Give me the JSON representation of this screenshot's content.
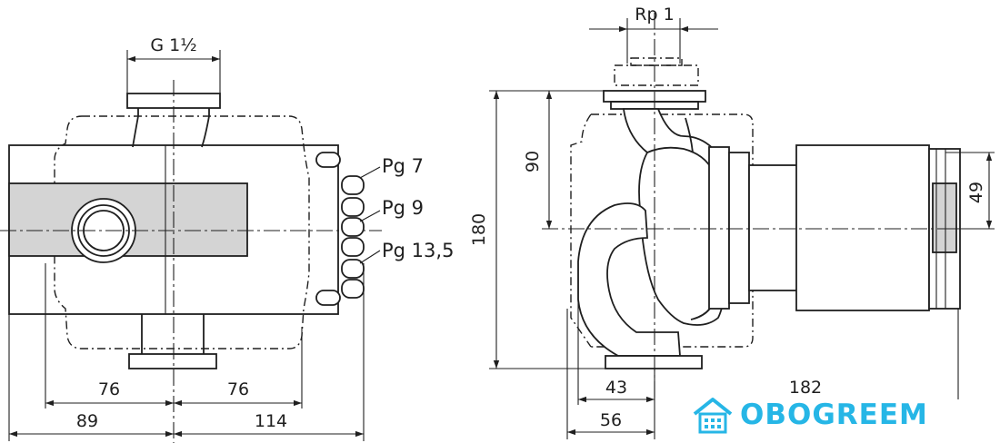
{
  "dimensions": {
    "thread_left": "G 1½",
    "thread_right": "Rp 1",
    "cable_1": "Pg 7",
    "cable_2": "Pg 9",
    "cable_3": "Pg 13,5",
    "d76_left": "76",
    "d76_right": "76",
    "d89": "89",
    "d114": "114",
    "d180": "180",
    "d90": "90",
    "d43": "43",
    "d56": "56",
    "d182": "182",
    "d49": "49"
  },
  "watermark": {
    "text": "OBOGREEM",
    "color": "#26b6e6",
    "icon": "house-icon"
  }
}
